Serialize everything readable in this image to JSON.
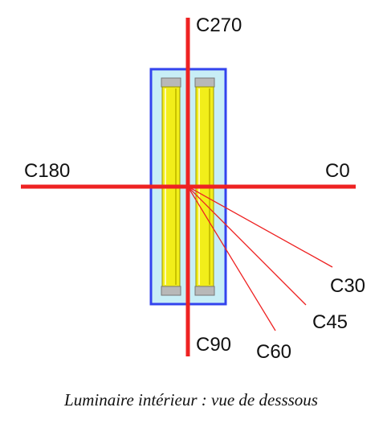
{
  "diagram": {
    "labels": {
      "c0": "C0",
      "c30": "C30",
      "c45": "C45",
      "c60": "C60",
      "c90": "C90",
      "c180": "C180",
      "c270": "C270"
    },
    "caption": "Luminaire intérieur : vue de desssous"
  },
  "colors": {
    "axis": "#ee2222",
    "housing_border": "#3344ee",
    "housing_fill": "#c8eef6",
    "lamp_tube": "#f2ee1a",
    "lamp_cap": "#b8b8b8"
  }
}
